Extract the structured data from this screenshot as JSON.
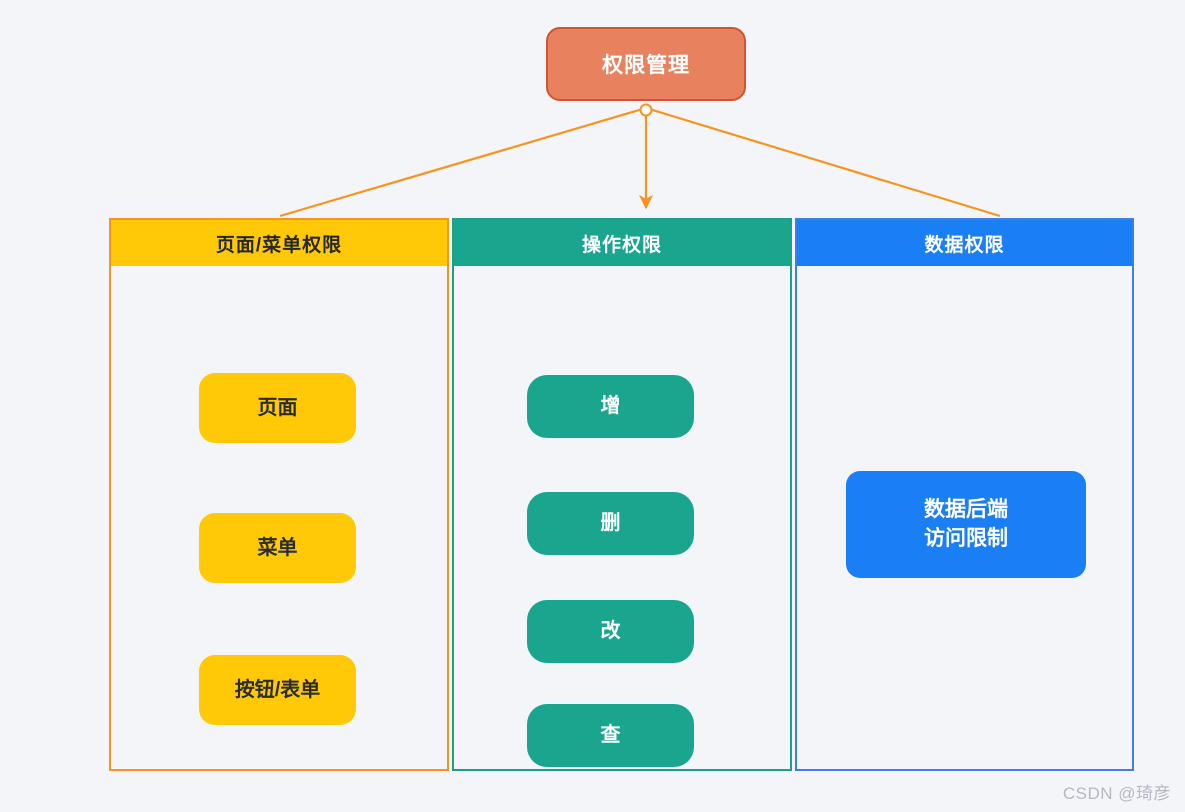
{
  "diagram": {
    "title": "权限管理",
    "root": {
      "label": "权限管理",
      "fill": "#e8825e",
      "border": "#cf5530",
      "text_color": "#ffffff"
    },
    "columns": [
      {
        "id": "page-menu-permission",
        "header": "页面/菜单权限",
        "accent": "#ffc907",
        "border": "#f7941e",
        "header_text_color": "#26282c",
        "flow": "vertical-arrows",
        "nodes": [
          {
            "label": "页面"
          },
          {
            "label": "菜单"
          },
          {
            "label": "按钮/表单"
          }
        ]
      },
      {
        "id": "operation-permission",
        "header": "操作权限",
        "accent": "#1aa68e",
        "border": "#1ba18a",
        "header_text_color": "#ffffff",
        "flow": "list",
        "nodes": [
          {
            "label": "增"
          },
          {
            "label": "删"
          },
          {
            "label": "改"
          },
          {
            "label": "查"
          }
        ]
      },
      {
        "id": "data-permission",
        "header": "数据权限",
        "accent": "#1a7ef5",
        "border": "#3d7fe8",
        "header_text_color": "#ffffff",
        "flow": "single",
        "nodes": [
          {
            "line1": "数据后端",
            "line2": "访问限制"
          }
        ]
      }
    ],
    "connector_color": "#f7941e",
    "background": "#f4f5f9"
  },
  "watermark": "CSDN @琦彦"
}
